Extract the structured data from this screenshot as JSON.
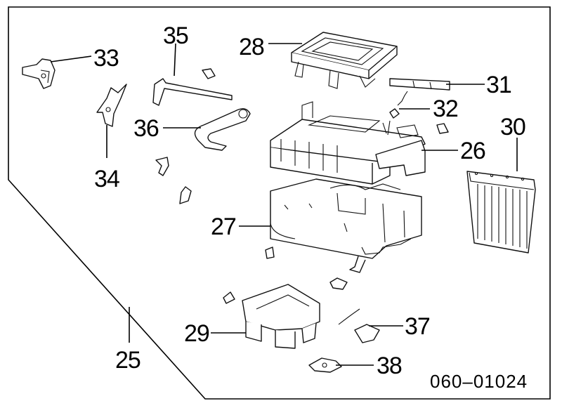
{
  "diagram": {
    "drawing_code": "060–01024",
    "callouts": {
      "n25": "25",
      "n26": "26",
      "n27": "27",
      "n28": "28",
      "n29": "29",
      "n30": "30",
      "n31": "31",
      "n32": "32",
      "n33": "33",
      "n34": "34",
      "n35": "35",
      "n36": "36",
      "n37": "37",
      "n38": "38"
    }
  }
}
